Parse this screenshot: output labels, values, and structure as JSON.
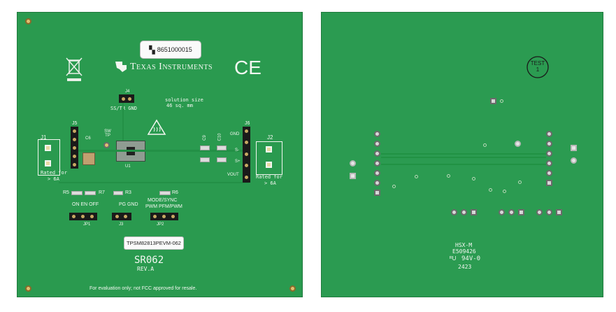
{
  "front": {
    "sticker_serial": "8651000015",
    "ti_logo_text": "Texas Instruments",
    "ce_mark": "CE",
    "part_sticker": "TPSM82813PEVM-062",
    "board_id": "SR062",
    "revision": "REV.A",
    "disclaimer": "For evaluation only; not FCC approved for resale.",
    "solution_size_1": "solution size",
    "solution_size_2": "46 sq. mm",
    "j1": "J1",
    "j2": "J2",
    "j4": "J4",
    "j5": "J5",
    "j6": "J6",
    "j4_pins": "SS/TR  GND",
    "rated_left_1": "Rated for",
    "rated_left_2": "> 6A",
    "rated_right_1": "Rated for",
    "rated_right_2": "> 6A",
    "r5": "R5",
    "r7": "R7",
    "r3": "R3",
    "r6": "R6",
    "on_en_off": "ON EN OFF",
    "pg_gnd": "PG GND",
    "mode_sync": "MODE/SYNC",
    "pwm_pfm": "PWM    PFM/PWM",
    "j3": "J3",
    "jp1": "JP1",
    "jp2": "JP2",
    "gnd_label": "GND",
    "s_minus": "S-",
    "s_plus": "S+",
    "vout": "VOUT",
    "c9": "C9",
    "c10": "C10",
    "sw_tp": "SW TP",
    "u1": "U1"
  },
  "back": {
    "test_circle": "TEST 1",
    "hsx": "HSX-M",
    "lot": "E509426",
    "ul": "94V-0",
    "date": "2423"
  },
  "colors": {
    "pcb": "#2a9a4f",
    "silkscreen": "#f3f7f1",
    "header": "#1a1a1a"
  },
  "icons": [
    "weee-bin-icon",
    "ti-logo-icon",
    "hot-surface-warning-icon",
    "ul-mark-icon"
  ]
}
